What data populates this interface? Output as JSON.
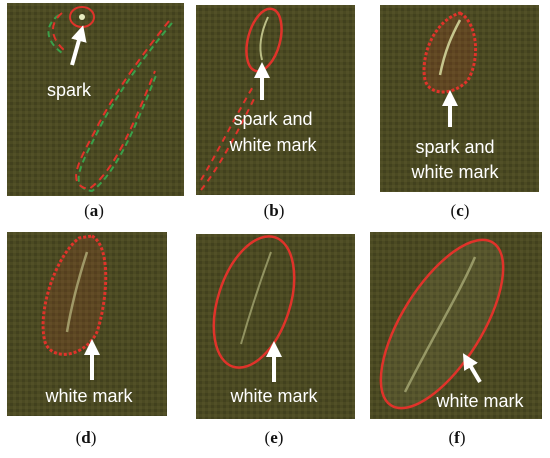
{
  "figure": {
    "panels": [
      {
        "id": "a",
        "caption_letter": "a",
        "annotation_lines": [
          "spark"
        ]
      },
      {
        "id": "b",
        "caption_letter": "b",
        "annotation_lines": [
          "spark and",
          "white mark"
        ]
      },
      {
        "id": "c",
        "caption_letter": "c",
        "annotation_lines": [
          "spark and",
          "white mark"
        ]
      },
      {
        "id": "d",
        "caption_letter": "d",
        "annotation_lines": [
          "white mark"
        ]
      },
      {
        "id": "e",
        "caption_letter": "e",
        "annotation_lines": [
          "white mark"
        ]
      },
      {
        "id": "f",
        "caption_letter": "f",
        "annotation_lines": [
          "white mark"
        ]
      }
    ],
    "colors": {
      "background": "#4b4a22",
      "outline_red": "#e0332a",
      "outline_green": "#3aa04a",
      "mark_glow": "#d8dca0",
      "annotation": "#ffffff"
    }
  }
}
